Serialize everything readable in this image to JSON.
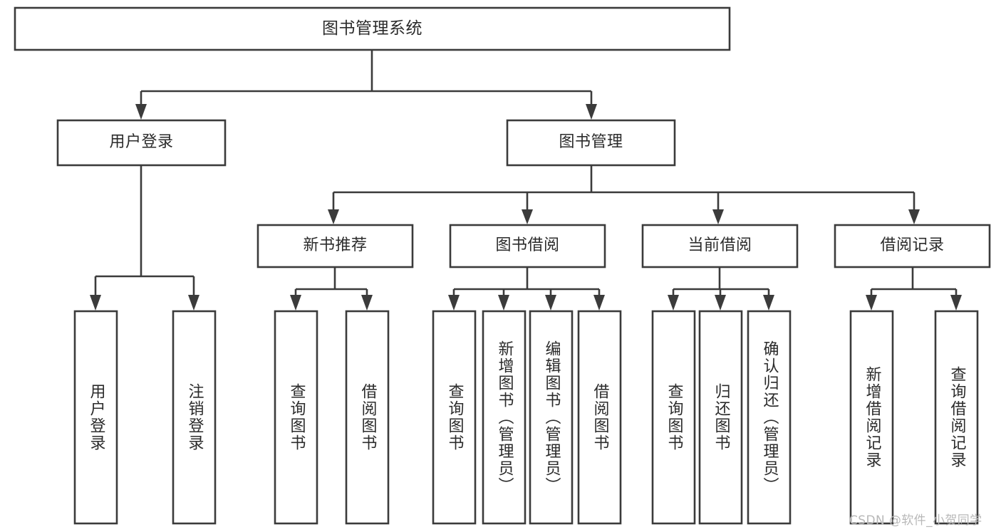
{
  "diagram": {
    "type": "tree-hierarchy-chart",
    "title": "图书管理系统",
    "orientation": "top-down",
    "colors": {
      "box_stroke": "#3b3b3b",
      "box_fill": "#ffffff",
      "text": "#2b2b2b",
      "background": "#ffffff",
      "watermark": "#b8b8b8"
    },
    "levels": {
      "root": {
        "label": "图书管理系统"
      },
      "level2": [
        {
          "label": "用户登录"
        },
        {
          "label": "图书管理"
        }
      ],
      "level3": [
        {
          "label": "新书推荐"
        },
        {
          "label": "图书借阅"
        },
        {
          "label": "当前借阅"
        },
        {
          "label": "借阅记录"
        }
      ],
      "leaves": {
        "user_login": [
          {
            "label": "用户登录"
          },
          {
            "label": "注销登录"
          }
        ],
        "new_book_recommend": [
          {
            "label": "查询图书"
          },
          {
            "label": "借阅图书"
          }
        ],
        "book_borrow": [
          {
            "label": "查询图书"
          },
          {
            "label": "新增图书（管理员）"
          },
          {
            "label": "编辑图书（管理员）"
          },
          {
            "label": "借阅图书"
          }
        ],
        "current_borrow": [
          {
            "label": "查询图书"
          },
          {
            "label": "归还图书"
          },
          {
            "label": "确认归还（管理员）"
          }
        ],
        "borrow_record": [
          {
            "label": "新增借阅记录"
          },
          {
            "label": "查询借阅记录"
          }
        ]
      }
    }
  },
  "watermark": {
    "text": "CSDN @软件_小贺同学"
  }
}
